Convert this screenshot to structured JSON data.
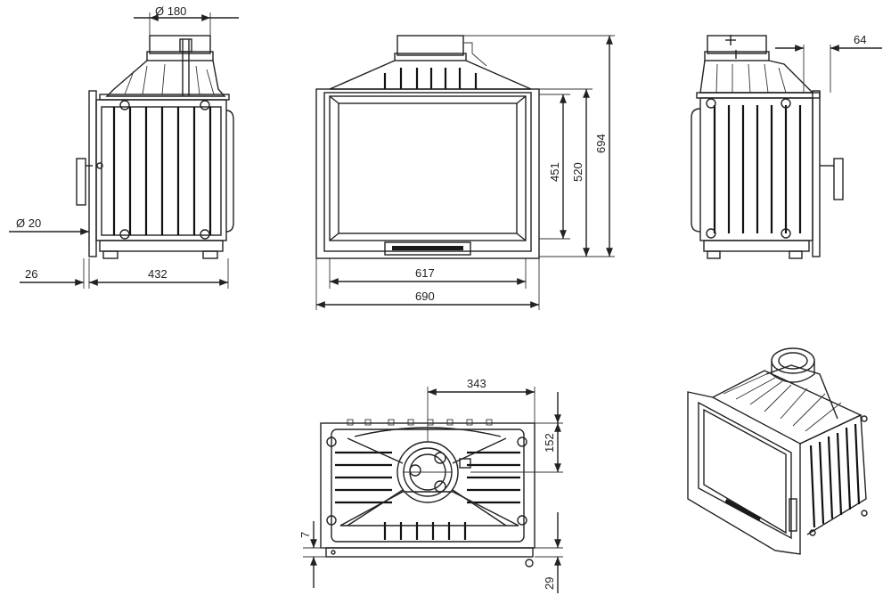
{
  "dimensions": {
    "flue_diameter": "Ø 180",
    "side_offset": "64",
    "total_height": "694",
    "frame_height": "520",
    "glass_height": "451",
    "inner_width": "617",
    "total_width": "690",
    "side_connector_diameter": "Ø 20",
    "side_small_offset": "26",
    "depth": "432",
    "flue_offset_horizontal": "343",
    "flue_offset_vertical": "152",
    "bottom_small_offset": "7",
    "bottom_foot_offset": "29"
  },
  "colors": {
    "line": "#222222",
    "background": "#ffffff"
  }
}
